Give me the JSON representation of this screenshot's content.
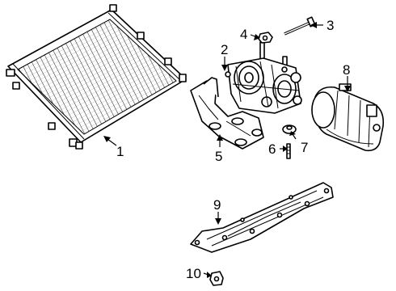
{
  "callouts": [
    {
      "number": "1",
      "part": "condenser"
    },
    {
      "number": "2",
      "part": "compressor"
    },
    {
      "number": "3",
      "part": "bolt"
    },
    {
      "number": "4",
      "part": "nut"
    },
    {
      "number": "5",
      "part": "bracket"
    },
    {
      "number": "6",
      "part": "stud"
    },
    {
      "number": "7",
      "part": "nut"
    },
    {
      "number": "8",
      "part": "electric-motor"
    },
    {
      "number": "9",
      "part": "shield"
    },
    {
      "number": "10",
      "part": "clip"
    }
  ]
}
